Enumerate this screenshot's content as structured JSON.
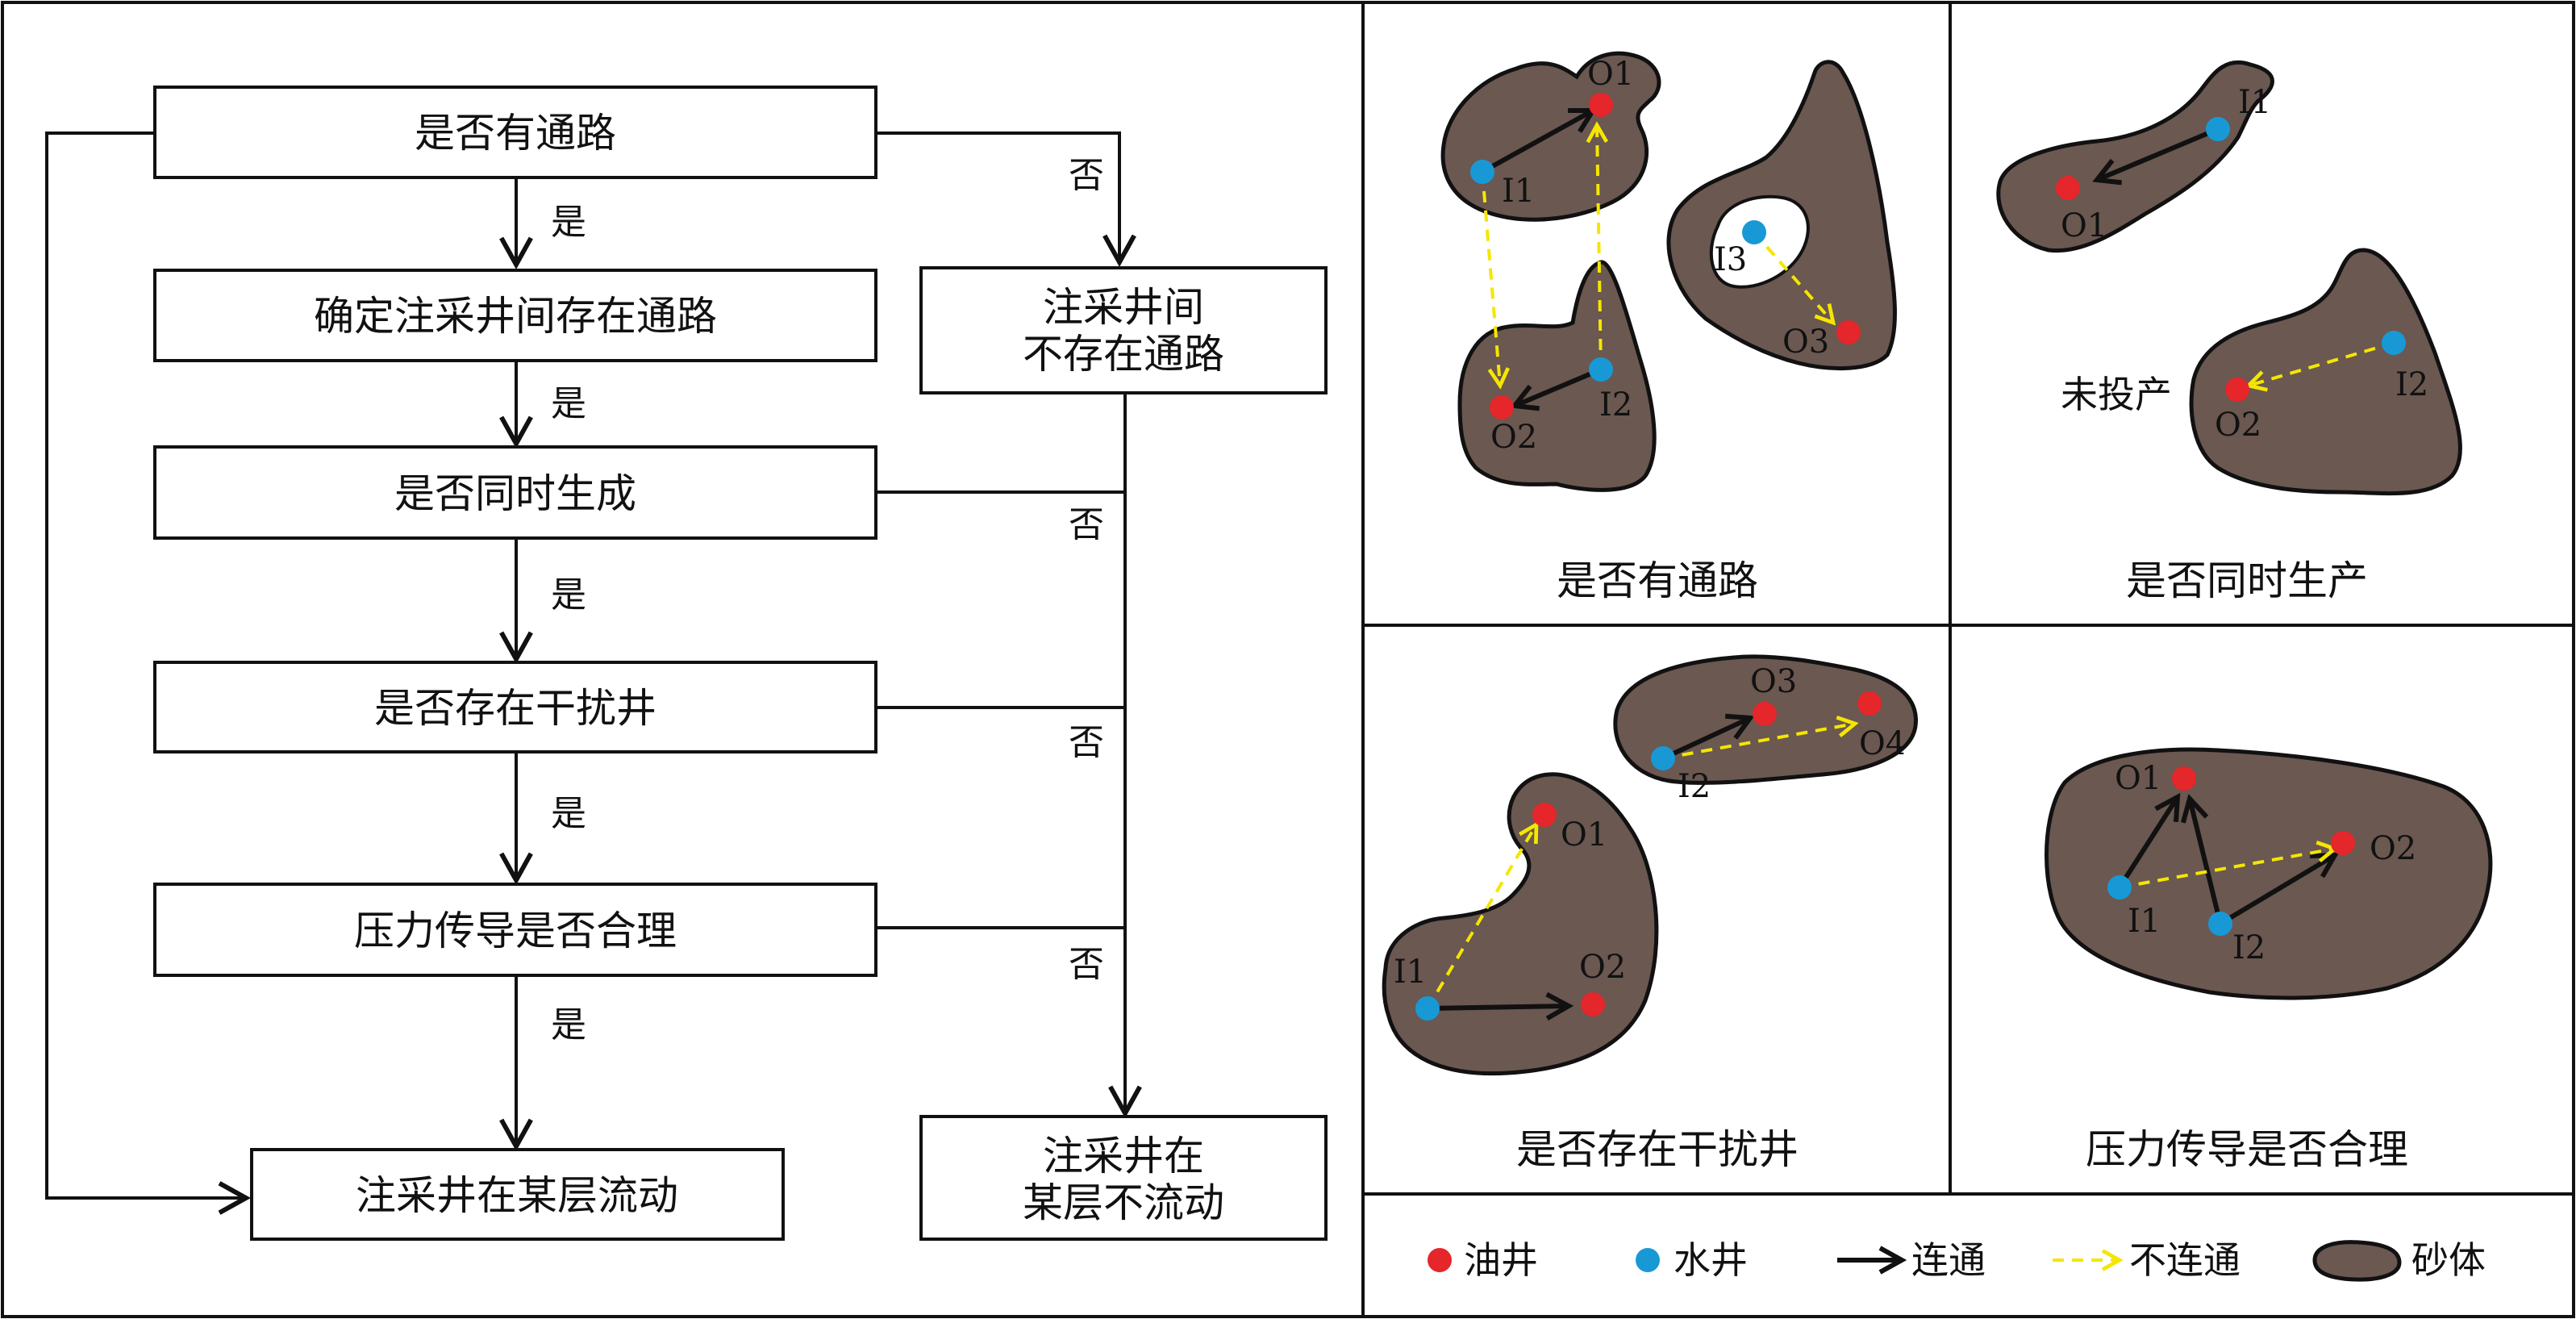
{
  "colors": {
    "sand_body": "#6a5851",
    "oil_well": "#e5262a",
    "water_well": "#1899d6",
    "connected_arrow": "#111111",
    "disconnected_arrow": "#f5e600"
  },
  "flowchart": {
    "nodes": {
      "has_path": "是否有通路",
      "path_exists": "确定注采井间存在通路",
      "no_path_line1": "注采井间",
      "no_path_line2": "不存在通路",
      "simultaneous": "是否同时生成",
      "interference": "是否存在干扰井",
      "pressure": "压力传导是否合理",
      "flows": "注采井在某层流动",
      "not_flow_line1": "注采井在",
      "not_flow_line2": "某层不流动"
    },
    "yes_label": "是",
    "no_label": "否"
  },
  "panels": {
    "has_path": {
      "caption": "是否有通路",
      "wells": {
        "O1": "O1",
        "I1": "I1",
        "I2": "I2",
        "O2": "O2",
        "I3": "I3",
        "O3": "O3"
      }
    },
    "simultaneous": {
      "caption": "是否同时生产",
      "note": "未投产",
      "wells": {
        "I1": "I1",
        "O1": "O1",
        "I2": "I2",
        "O2": "O2"
      }
    },
    "interference": {
      "caption": "是否存在干扰井",
      "wells": {
        "O3": "O3",
        "O4": "O4",
        "I2": "I2",
        "O1": "O1",
        "I1": "I1",
        "O2": "O2"
      }
    },
    "pressure": {
      "caption": "压力传导是否合理",
      "wells": {
        "O1": "O1",
        "O2": "O2",
        "I1": "I1",
        "I2": "I2"
      }
    }
  },
  "legend": {
    "oil_well": "油井",
    "water_well": "水井",
    "connected": "连通",
    "disconnected": "不连通",
    "sand_body": "砂体"
  }
}
